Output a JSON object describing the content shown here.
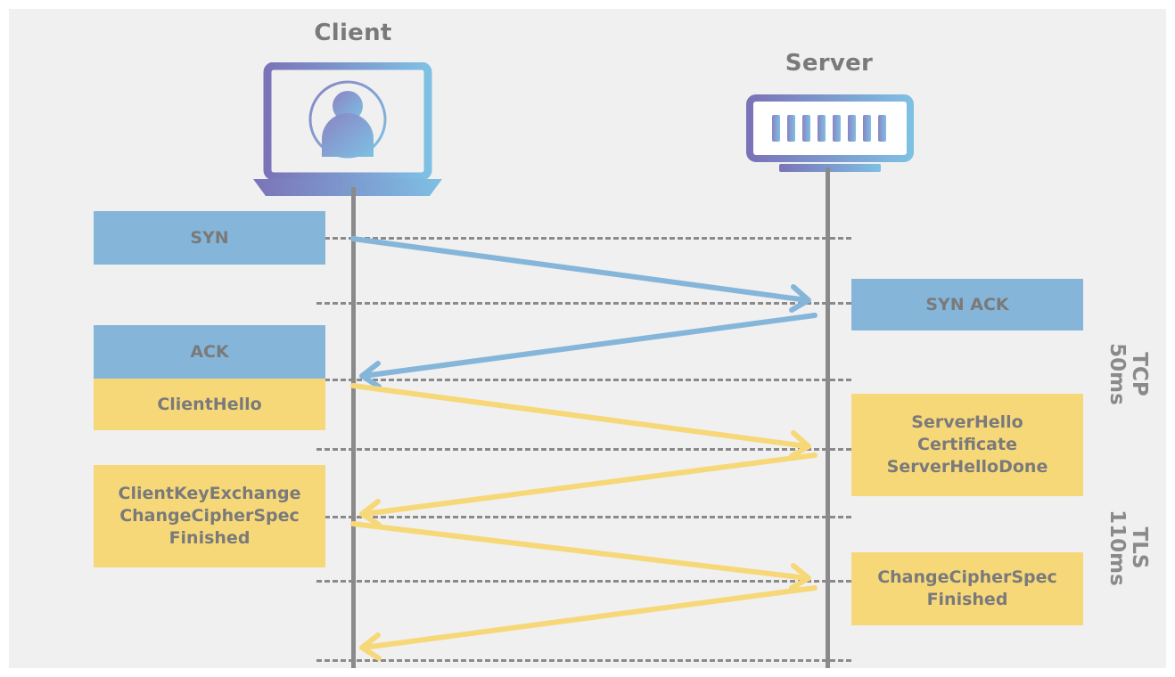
{
  "diagram": {
    "title_client": "Client",
    "title_server": "Server",
    "colors": {
      "background": "#f0f0f0",
      "frame": "#ffffff",
      "tcp_box": "#85b6da",
      "tls_box": "#f7d879",
      "text": "#7a7a7a",
      "lifeline": "#8a8a8a",
      "dash": "#8a8a8a",
      "icon_gradient_start": "#7b73b8",
      "icon_gradient_end": "#7ec0e4"
    },
    "icons": {
      "client": "laptop-user-icon",
      "server": "server-rack-icon"
    }
  },
  "client_messages": [
    {
      "id": "syn",
      "label": "SYN",
      "type": "tcp"
    },
    {
      "id": "ack",
      "label": "ACK",
      "type": "tcp"
    },
    {
      "id": "clienthello",
      "label": "ClientHello",
      "type": "tls"
    },
    {
      "id": "clientkeyexchange",
      "label": "ClientKeyExchange\nChangeCipherSpec\nFinished",
      "type": "tls"
    }
  ],
  "server_messages": [
    {
      "id": "synack",
      "label": "SYN ACK",
      "type": "tcp"
    },
    {
      "id": "serverhello",
      "label": "ServerHello\nCertificate\nServerHelloDone",
      "type": "tls"
    },
    {
      "id": "changecipherspec",
      "label": "ChangeCipherSpec\nFinished",
      "type": "tls"
    }
  ],
  "phases": [
    {
      "id": "tcp",
      "label": "TCP\n50ms"
    },
    {
      "id": "tls",
      "label": "TLS\n110ms"
    }
  ],
  "arrows": [
    {
      "id": "arrow-syn",
      "from": "client",
      "to": "server",
      "color": "#85b6da"
    },
    {
      "id": "arrow-synack",
      "from": "server",
      "to": "client",
      "color": "#85b6da"
    },
    {
      "id": "arrow-clienthello",
      "from": "client",
      "to": "server",
      "color": "#f7d879"
    },
    {
      "id": "arrow-serverhello",
      "from": "server",
      "to": "client",
      "color": "#f7d879"
    },
    {
      "id": "arrow-clientkey",
      "from": "client",
      "to": "server",
      "color": "#f7d879"
    },
    {
      "id": "arrow-serverccs",
      "from": "server",
      "to": "client",
      "color": "#f7d879"
    }
  ]
}
